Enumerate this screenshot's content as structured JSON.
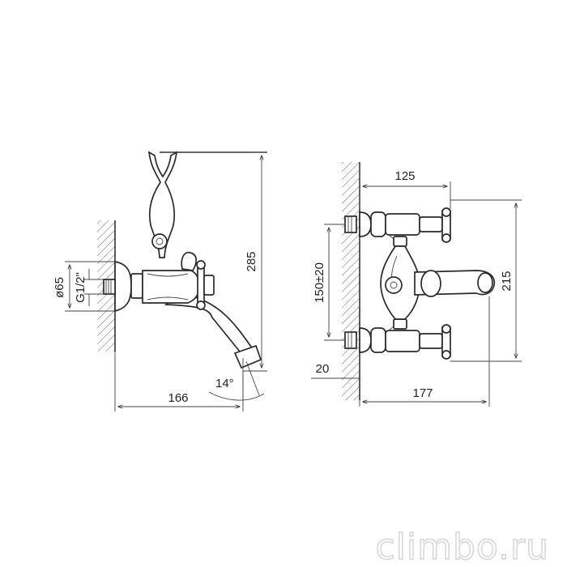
{
  "dimensions": {
    "side_view": {
      "height": "285",
      "width": "166",
      "flange_diameter": "ø65",
      "thread": "G1/2\"",
      "spout_angle": "14°"
    },
    "front_view": {
      "handle_span": "125",
      "height": "215",
      "inlet_spacing": "150±20",
      "wall_offset": "20",
      "depth": "177"
    }
  },
  "watermark": "climbo.ru",
  "colors": {
    "line": "#333333",
    "text": "#222222",
    "watermark": "#d4d4d4"
  }
}
